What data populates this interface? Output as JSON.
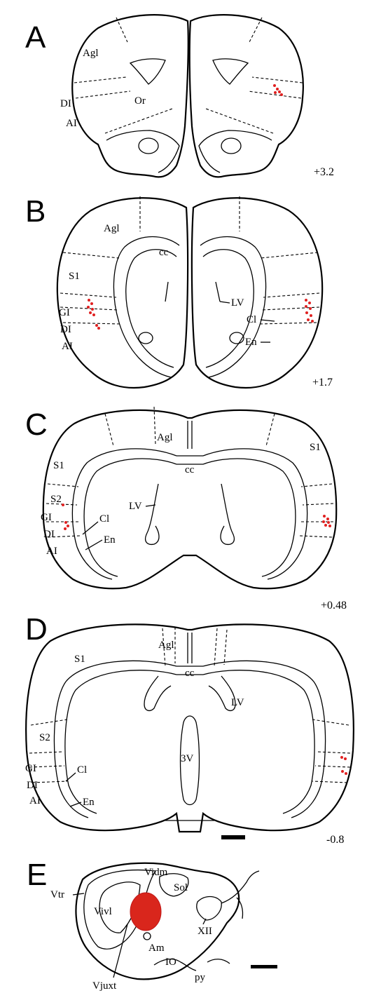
{
  "colors": {
    "marker": "#e02020",
    "lesion": "#d9261c",
    "line": "#000000"
  },
  "panels": {
    "A": {
      "letter": "A",
      "coord": "+3.2",
      "labels": {
        "agl": "Agl",
        "or": "Or",
        "di": "DI",
        "ai": "AI"
      }
    },
    "B": {
      "letter": "B",
      "coord": "+1.7",
      "labels": {
        "agl": "Agl",
        "cc": "cc",
        "s1": "S1",
        "gi": "GI",
        "di": "DI",
        "ai": "AI",
        "lv": "LV",
        "cl": "Cl",
        "en": "En"
      }
    },
    "C": {
      "letter": "C",
      "coord": "+0.48",
      "labels": {
        "agl": "Agl",
        "cc": "cc",
        "s1_left": "S1",
        "s1_right": "S1",
        "lv": "LV",
        "s2": "S2",
        "gi": "GI",
        "cl": "Cl",
        "di": "DI",
        "en": "En",
        "ai": "AI"
      }
    },
    "D": {
      "letter": "D",
      "coord": "-0.8",
      "labels": {
        "agl": "Agl",
        "s1": "S1",
        "cc": "cc",
        "lv": "LV",
        "s2": "S2",
        "v3": "3V",
        "gi": "GI",
        "cl": "Cl",
        "di": "DI",
        "en": "En",
        "ai": "AI"
      }
    },
    "E": {
      "letter": "E",
      "labels": {
        "vidm": "Vidm",
        "sol": "Sol",
        "vtr": "Vtr",
        "vivl": "Vivl",
        "xii": "XII",
        "am": "Am",
        "io": "IO",
        "py": "py",
        "vjuxt": "Vjuxt"
      }
    }
  }
}
